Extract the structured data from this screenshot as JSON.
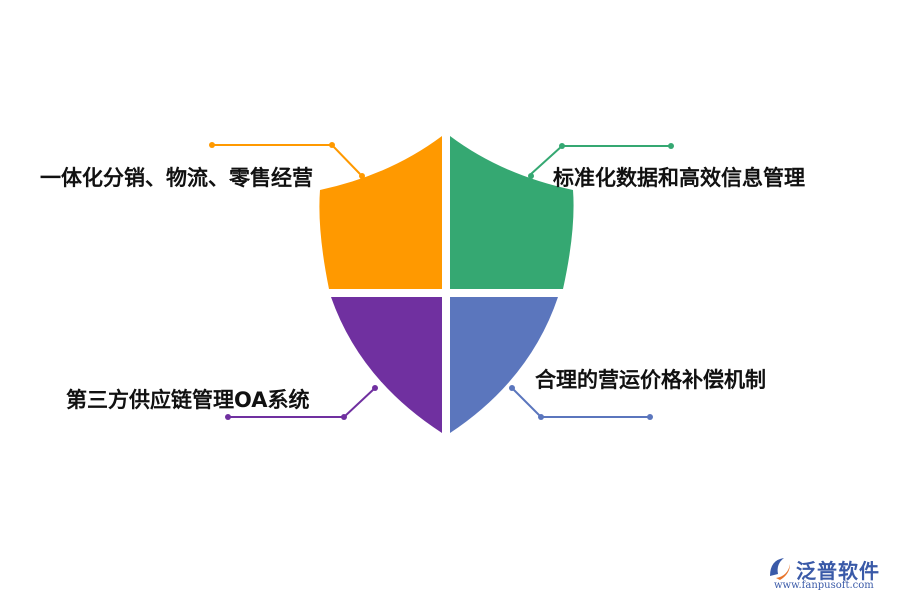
{
  "quadrants": [
    {
      "id": "top-left",
      "label": "一体化分销、物流、零售经营",
      "color": "#FF9900"
    },
    {
      "id": "top-right",
      "label": "标准化数据和高效信息管理",
      "color": "#35A872"
    },
    {
      "id": "bottom-left",
      "label": "第三方供应链管理OA系统",
      "color": "#7030A0"
    },
    {
      "id": "bottom-right",
      "label": "合理的营运价格补偿机制",
      "color": "#5B76BD"
    }
  ],
  "logo": {
    "name": "泛普软件",
    "url": "www.fanpusoft.com",
    "color": "#3A5AA8",
    "accent": "#E8742B"
  }
}
